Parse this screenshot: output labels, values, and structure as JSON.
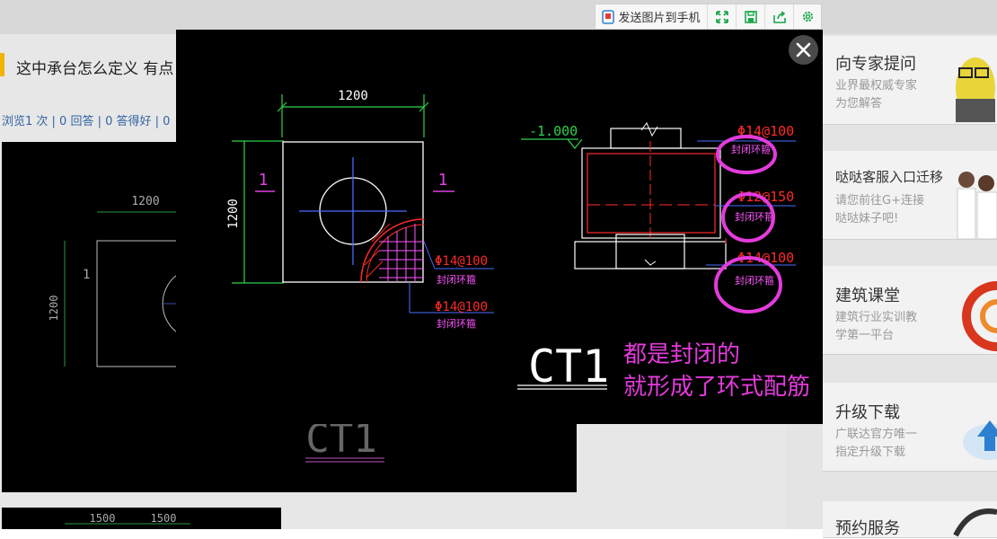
{
  "page": {
    "question_title": "这中承台怎么定义 有点",
    "question_stats": "浏览1 次 | 0 回答 | 0 答得好 | 0"
  },
  "toolbar": {
    "send_label": "发送图片到手机",
    "icons": [
      "phone-send-icon",
      "fullscreen-icon",
      "save-icon",
      "share-icon",
      "gear-icon"
    ]
  },
  "sidebar": {
    "cards": [
      {
        "title": "向专家提问",
        "subtitle": [
          "业界最权威专家",
          "为您解答"
        ]
      },
      {
        "title": "哒哒客服入口迁移",
        "subtitle": [
          "请您前往G+连接",
          "哒哒妹子吧!"
        ]
      },
      {
        "title": "建筑课堂",
        "subtitle": [
          "建筑行业实训教",
          "学第一平台"
        ]
      },
      {
        "title": "升级下载",
        "subtitle": [
          "广联达官方唯一",
          "指定升级下载"
        ]
      },
      {
        "title": "预约服务",
        "subtitle": []
      }
    ]
  },
  "drawing": {
    "dim_width": "1200",
    "dim_height": "1200",
    "section_mark_left": "1",
    "section_mark_right": "1",
    "rebar_1": "Φ14@100",
    "rebar_1_note": "封闭环箍",
    "rebar_2": "Φ14@100",
    "rebar_2_note": "封闭环箍",
    "elevation": "-1.000",
    "sec_rebar_top": "Φ14@100",
    "sec_rebar_mid": "Φ12@150",
    "sec_rebar_bot": "Φ14@100",
    "sec_note_top": "封闭环箍",
    "sec_note_mid": "封闭环箍",
    "sec_note_bot": "封闭环箍",
    "label": "CT1",
    "bg_dim": "1200",
    "bg_dim_v": "1200",
    "bg_mark": "1",
    "bg_label": "CT1",
    "bg2_dim_a": "1500",
    "bg2_dim_b": "1500"
  },
  "annotation": {
    "line1": "都是封闭的",
    "line2": "就形成了环式配筋"
  },
  "colors": {
    "accent_magenta": "#e43bdc",
    "cad_red": "#ff2a2a",
    "cad_green": "#2fd14a",
    "cad_blue": "#4a6bff",
    "cad_white": "#ffffff",
    "cad_magenta": "#e040e0",
    "toolbar_icon_green": "#19a84c"
  }
}
